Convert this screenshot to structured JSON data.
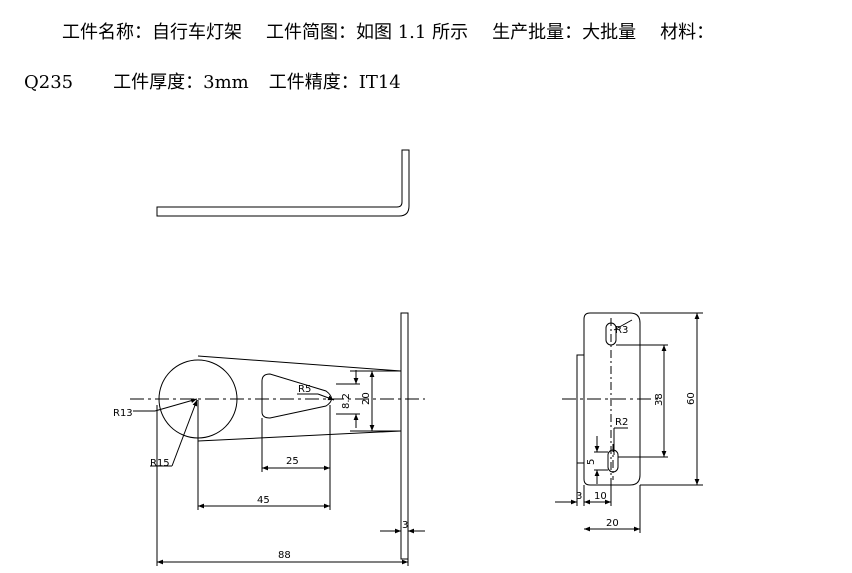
{
  "spec": {
    "name_label": "工件名称：",
    "name_value": "自行车灯架",
    "sketch_label": "工件简图：",
    "sketch_value": "如图 1.1 所示",
    "batch_label": "生产批量：",
    "batch_value": "大批量",
    "material_label": "材料：",
    "material_value": "Q235",
    "thickness_label": "工件厚度：",
    "thickness_value": "3mm",
    "precision_label": "工件精度：",
    "precision_value": "IT14"
  },
  "dimensions": {
    "R13": "R13",
    "R15": "R15",
    "R5": "R5",
    "d25": "25",
    "d45": "45",
    "d88": "88",
    "d3_left": "3",
    "d8_2": "8.2",
    "d20_left": "20",
    "R3": "R3",
    "R2": "R2",
    "d38": "38",
    "d60": "60",
    "d5": "5",
    "d3_right": "3",
    "d10": "10",
    "d20_right": "20"
  }
}
